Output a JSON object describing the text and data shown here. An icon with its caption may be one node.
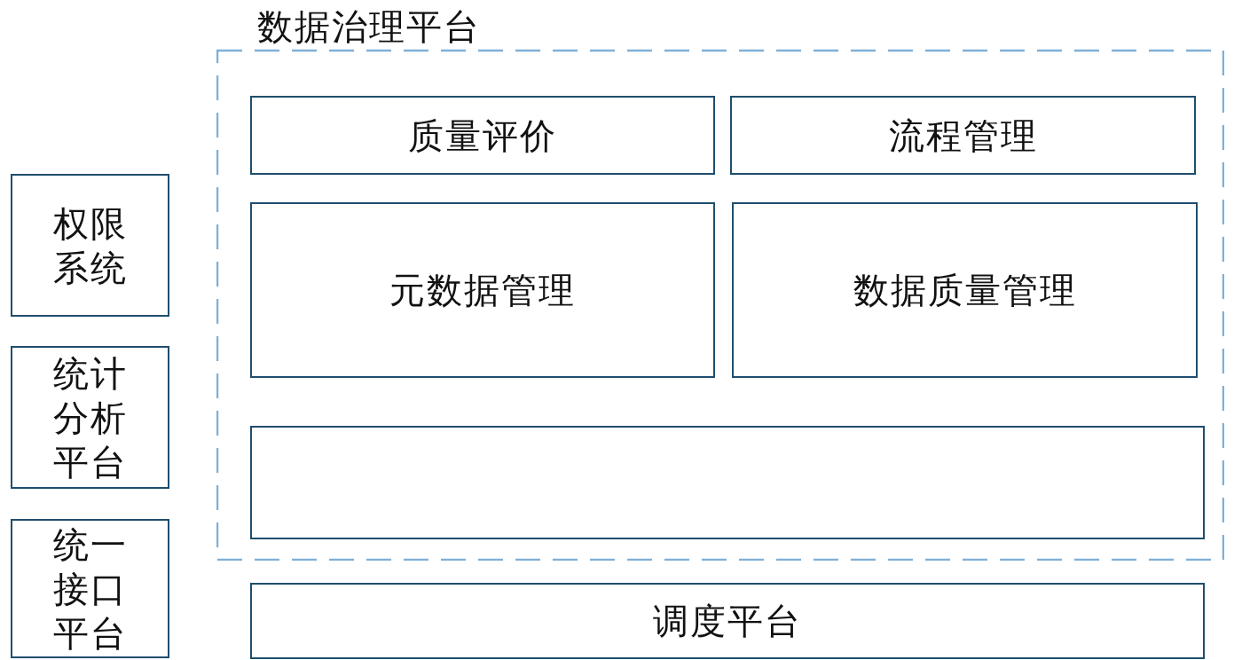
{
  "diagram": {
    "nodes": [
      {
        "text": [
          "数据治理平台"
        ]
      },
      {
        "text": [
          "质量评价"
        ],
        "in": 0
      },
      {
        "text": [
          "流程管理"
        ],
        "in": 0
      },
      {
        "text": [
          "元数据管理"
        ],
        "in": 0
      },
      {
        "text": [
          "数据质量管理"
        ],
        "in": 0
      },
      {
        "text": [],
        "shape": "box",
        "in": 0
      },
      {
        "text": [
          "调度平台"
        ]
      },
      {
        "text": [
          "权限系统"
        ]
      },
      {
        "text": [
          "统计分析平台"
        ]
      },
      {
        "text": [
          "统一接口平台"
        ]
      }
    ]
  }
}
